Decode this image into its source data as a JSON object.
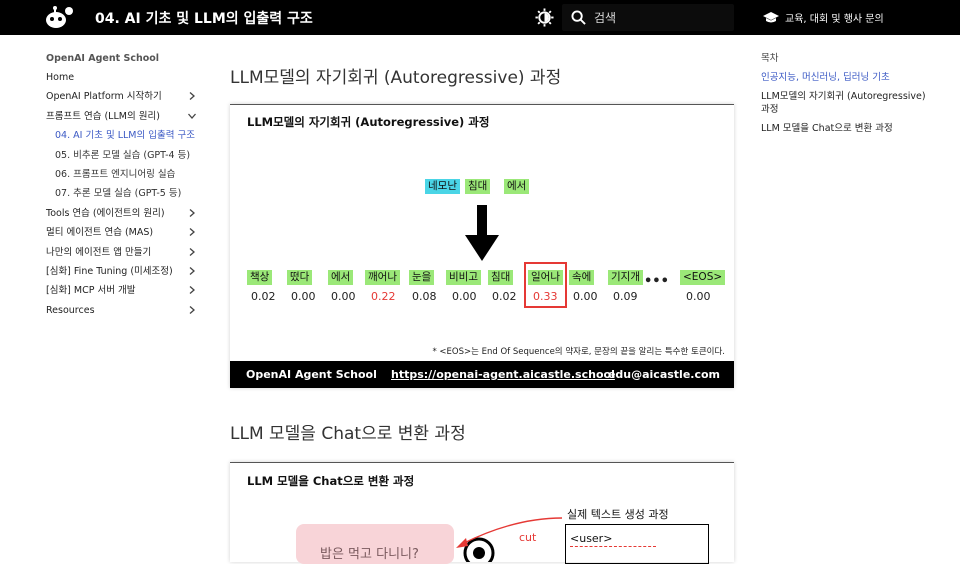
{
  "header": {
    "title": "04. AI 기초 및 LLM의 입출력 구조",
    "search_placeholder": "검색",
    "events_link": "교육, 대회 및 행사 문의"
  },
  "nav": {
    "brand": "OpenAI Agent School",
    "items": [
      {
        "label": "Home"
      },
      {
        "label": "OpenAI Platform 시작하기"
      },
      {
        "label": "프롬프트 연습 (LLM의 원리)"
      },
      {
        "label": "04. AI 기초 및 LLM의 입출력 구조"
      },
      {
        "label": "05. 비추론 모델 실습 (GPT-4 등)"
      },
      {
        "label": "06. 프롬프트 엔지니어링 실습"
      },
      {
        "label": "07. 추론 모델 실습 (GPT-5 등)"
      },
      {
        "label": "Tools 연습 (에이전트의 원리)"
      },
      {
        "label": "멀티 에이전트 연습 (MAS)"
      },
      {
        "label": "나만의 에이전트 앱 만들기"
      },
      {
        "label": "[심화] Fine Tuning (미세조정)"
      },
      {
        "label": "[심화] MCP 서버 개발"
      },
      {
        "label": "Resources"
      }
    ]
  },
  "toc": {
    "title": "목차",
    "items": [
      {
        "label": "인공지능, 머신러닝, 딥러닝 기초"
      },
      {
        "label": "LLM모델의 자기회귀 (Autoregressive) 과정"
      },
      {
        "label": "LLM 모델을 Chat으로 변환 과정"
      }
    ]
  },
  "main": {
    "section1_heading": "LLM모델의 자기회귀 (Autoregressive) 과정",
    "section2_heading": "LLM 모델을 Chat으로 변환 과정"
  },
  "figure1": {
    "title": "LLM모델의 자기회귀 (Autoregressive) 과정",
    "input_tokens": [
      "네모난",
      "침대",
      "에서"
    ],
    "output_tokens": [
      {
        "token": "책상",
        "prob": "0.02"
      },
      {
        "token": "떴다",
        "prob": "0.00"
      },
      {
        "token": "에서",
        "prob": "0.00"
      },
      {
        "token": "깨어나",
        "prob": "0.22"
      },
      {
        "token": "눈을",
        "prob": "0.08"
      },
      {
        "token": "비비고",
        "prob": "0.00"
      },
      {
        "token": "침대",
        "prob": "0.02"
      },
      {
        "token": "일어나",
        "prob": "0.33"
      },
      {
        "token": "속에",
        "prob": "0.00"
      },
      {
        "token": "기지개",
        "prob": "0.09"
      },
      {
        "token": "<EOS>",
        "prob": "0.00"
      }
    ],
    "ellipsis": "•••",
    "footnote": "* <EOS>는 End Of Sequence의 약자로, 문장의 끝을 알리는 특수한 토큰이다.",
    "footer_name": "OpenAI Agent School",
    "footer_url": "https://openai-agent.aicastle.school",
    "footer_email": "edu@aicastle.com",
    "highlight_color": "#e53935"
  },
  "figure2": {
    "title": "LLM 모델을 Chat으로 변환 과정",
    "generation_label": "실제 텍스트 생성 과정",
    "cut_label": "cut",
    "user_tag": "<user>",
    "bubble_text": "밥은 먹고 다니니?"
  }
}
